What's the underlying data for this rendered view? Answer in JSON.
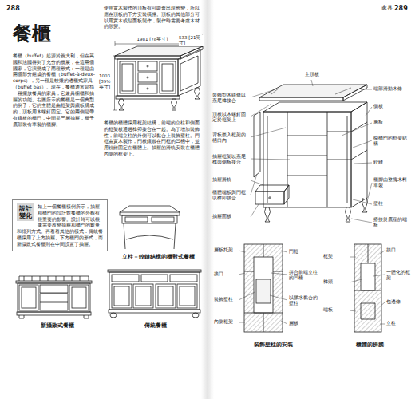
{
  "diagram": {
    "title": "餐櫃",
    "nodes": [
      {
        "text": [
          "設計變化",
          "如上一個餐櫃樣例所示，抽屜和櫃門的設計對餐櫃的外觀有很重要的影響。設計時可以根據需要改變抽屜和櫃門的數量和排列方式。再看看其他的樣式：傳統餐櫃採用了上方抽屜、下方櫃門的形式，而新攝政式餐櫃則在中間設置了抽屜。"
        ]
      }
    ],
    "labels": [
      "288",
      "餐櫃（buffet）起源於義大利，但在英國和法國得到了充分的發展，在這兩個國家，它演變成了兩種形式：一種是由兩個部分組成的餐櫃（buffet-à-deux-corps），另一種是較矮的邊櫃式家具（buffet bas）。現在，餐櫃通常是指一種擺放餐具的家具，它兼具櫥櫃和抽屜的功能。右圖所示的餐櫃是一個典型的例子，它的主體是由框架與鑲板構成的，頂板用木螺釘固定。它的兩側是帶有鑲板的櫃門，中間是三層抽屜，櫃子底部裝有車製的櫃腳。",
      "使用實木製作的頂板有可能會出現形變，所以應在頂板的下方安裝橫撐。頂板的其他部分可以用實木或貼面板製作，製作時需要考慮木材的形變。",
      "1981 [78英寸]",
      "533 [21英寸]",
      "1003 [39½英寸]",
      "餐櫃的櫃體採用框架結構，前端的立柱和側面的框架板通過榫卯接合在一起。為了增加裝飾性，前端立柱的外側可以黏合上裝飾壁柱。門框由實木製作，門板鑲嵌在門框的凹槽中，並用鉸鏈固定在櫃體上。抽屜的滑軌安裝在櫃體內側的框架上。",
      "立柱－鉸鏈結構的櫃對式餐櫃",
      "新攝政式餐櫃",
      "傳統餐櫃",
      "家具",
      "289",
      "主頂板",
      "裝飾型木線條以燕尾榫接合",
      "頂板以木螺釘固定於框架上",
      "背板嵌入框架的槽口內",
      "抽屜框架以燕尾榫與側板接合",
      "抽屜滑軌",
      "櫃體端板與門框以榫卯接合",
      "抽屜面板",
      "端部滑動木條",
      "側板",
      "層板",
      "櫥櫃門的框架結構",
      "鉸鏈",
      "櫃腳由整塊木料車製",
      "壁柱",
      "搭接於底座的端板",
      "層板托架",
      "接口",
      "裝飾壁柱",
      "內側框架",
      "門框",
      "拼合前端立柱的凹槽",
      "以膠水黏合的壁柱",
      "層板",
      "框架",
      "榫頭",
      "端板",
      "接口",
      "一體化的框架",
      "包邊條",
      "立柱",
      "裝飾壁柱的安裝",
      "櫃體的拼接"
    ]
  }
}
